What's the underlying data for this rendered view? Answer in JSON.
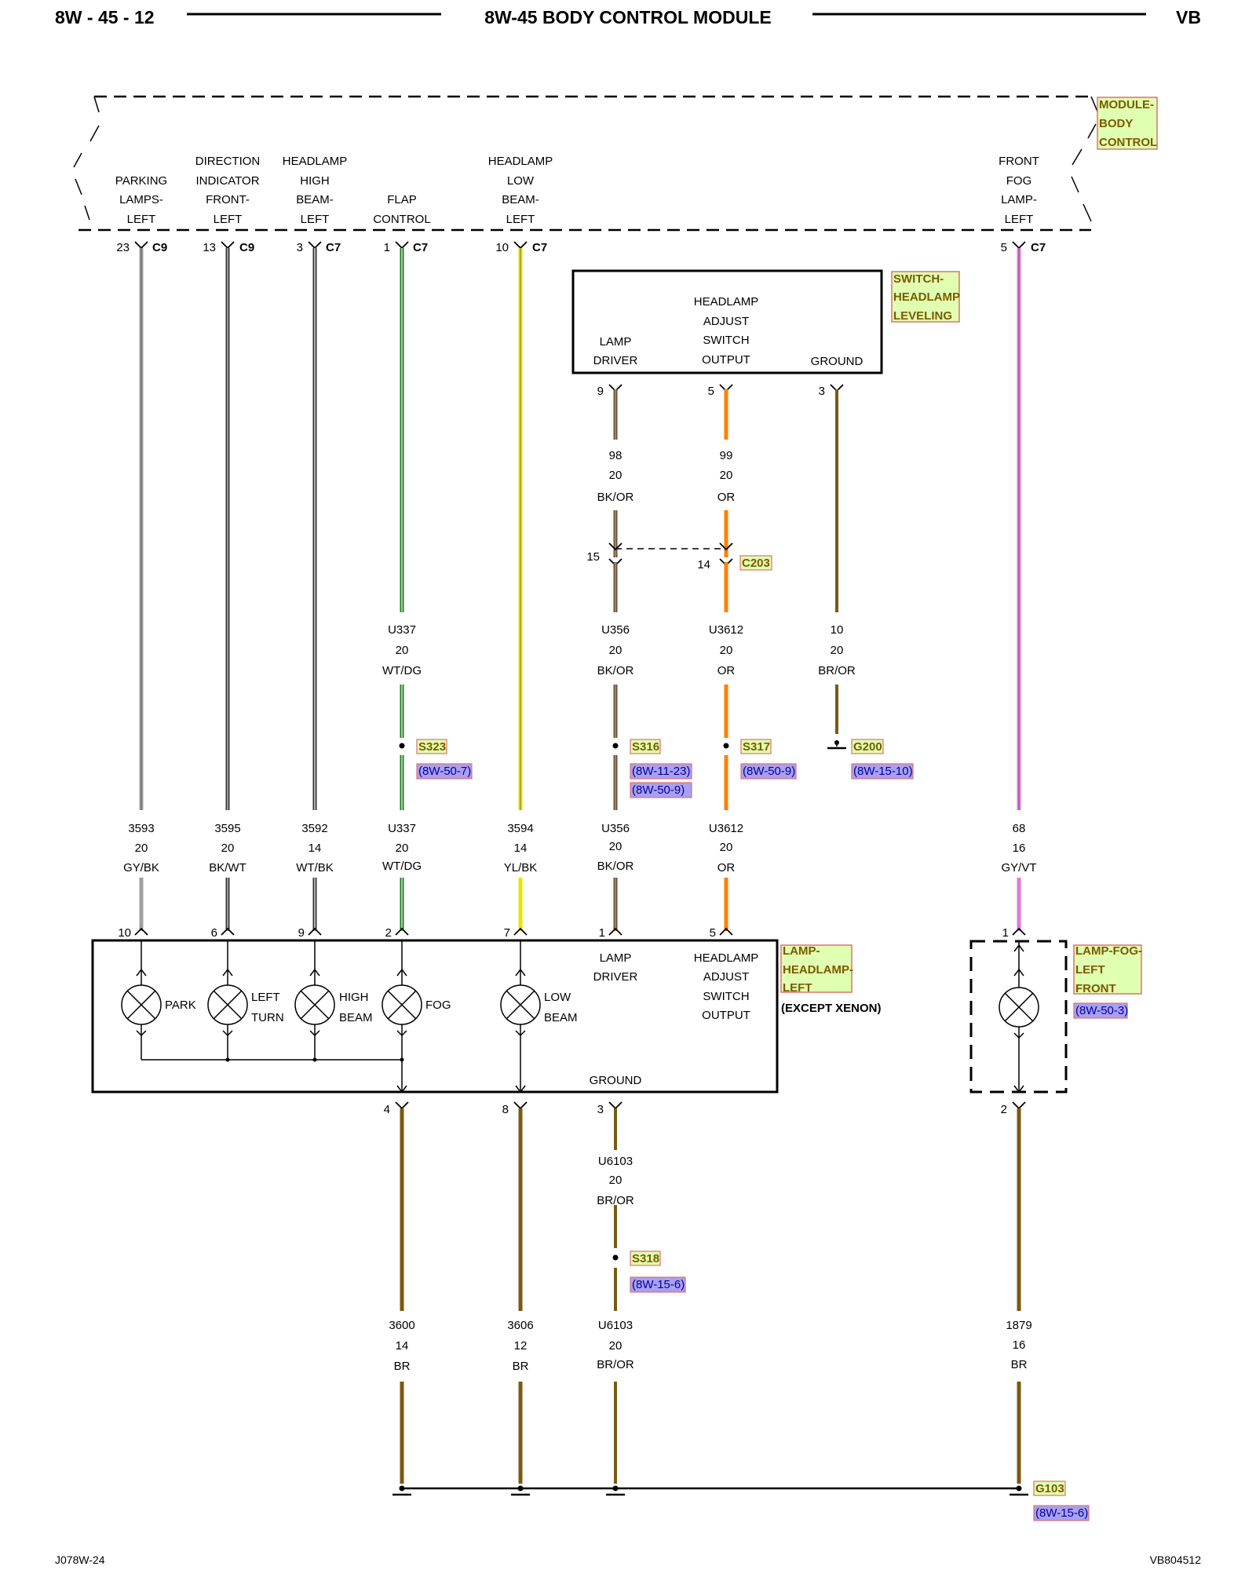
{
  "header": {
    "page": "8W - 45 - 12",
    "title": "8W-45 BODY CONTROL MODULE",
    "model": "VB"
  },
  "footer": {
    "left": "J078W-24",
    "right": "VB804512"
  },
  "components": {
    "bcm": [
      "MODULE-",
      "BODY",
      "CONTROL"
    ],
    "switch": [
      "SWITCH-",
      "HEADLAMP",
      "LEVELING"
    ],
    "headlamp": [
      "LAMP-",
      "HEADLAMP-",
      "LEFT"
    ],
    "except_xenon": "(EXCEPT XENON)",
    "foglamp": [
      "LAMP-FOG-",
      "LEFT",
      "FRONT"
    ],
    "foglamp_ref": "(8W-50-3)"
  },
  "bcm_pins": [
    {
      "label": [
        "PARKING",
        "LAMPS-",
        "LEFT"
      ],
      "pin": "23",
      "conn": "C9"
    },
    {
      "label": [
        "DIRECTION",
        "INDICATOR",
        "FRONT-",
        "LEFT"
      ],
      "pin": "13",
      "conn": "C9"
    },
    {
      "label": [
        "HEADLAMP",
        "HIGH",
        "BEAM-",
        "LEFT"
      ],
      "pin": "3",
      "conn": "C7"
    },
    {
      "label": [
        "FLAP",
        "CONTROL"
      ],
      "pin": "1",
      "conn": "C7"
    },
    {
      "label": [
        "HEADLAMP",
        "LOW",
        "BEAM-",
        "LEFT"
      ],
      "pin": "10",
      "conn": "C7"
    },
    {
      "label": [
        "FRONT",
        "FOG",
        "LAMP-",
        "LEFT"
      ],
      "pin": "5",
      "conn": "C7"
    }
  ],
  "switch_box": {
    "lamp_driver": [
      "LAMP",
      "DRIVER"
    ],
    "output": [
      "HEADLAMP",
      "ADJUST",
      "SWITCH",
      "OUTPUT"
    ],
    "ground": "GROUND",
    "pins": [
      "9",
      "5",
      "3"
    ]
  },
  "c203": {
    "name": "C203",
    "pin_left": "15",
    "pin_right": "14"
  },
  "wires_upper": [
    {
      "circuit": "98",
      "gauge": "20",
      "color": "BK/OR"
    },
    {
      "circuit": "99",
      "gauge": "20",
      "color": "OR"
    }
  ],
  "wires_mid": [
    {
      "circuit": "U337",
      "gauge": "20",
      "color": "WT/DG"
    },
    {
      "circuit": "U356",
      "gauge": "20",
      "color": "BK/OR"
    },
    {
      "circuit": "U3612",
      "gauge": "20",
      "color": "OR"
    },
    {
      "circuit": "10",
      "gauge": "20",
      "color": "BR/OR"
    }
  ],
  "splices": [
    {
      "name": "S323",
      "refs": [
        "(8W-50-7)"
      ]
    },
    {
      "name": "S316",
      "refs": [
        "(8W-11-23)",
        "(8W-50-9)"
      ]
    },
    {
      "name": "S317",
      "refs": [
        "(8W-50-9)"
      ]
    },
    {
      "name": "G200",
      "refs": [
        "(8W-15-10)"
      ]
    }
  ],
  "wires_lamp": [
    {
      "circuit": "3593",
      "gauge": "20",
      "color": "GY/BK"
    },
    {
      "circuit": "3595",
      "gauge": "20",
      "color": "BK/WT"
    },
    {
      "circuit": "3592",
      "gauge": "14",
      "color": "WT/BK"
    },
    {
      "circuit": "U337",
      "gauge": "20",
      "color": "WT/DG"
    },
    {
      "circuit": "3594",
      "gauge": "14",
      "color": "YL/BK"
    },
    {
      "circuit": "U356",
      "gauge": "20",
      "color": "BK/OR"
    },
    {
      "circuit": "U3612",
      "gauge": "20",
      "color": "OR"
    },
    {
      "circuit": "68",
      "gauge": "16",
      "color": "GY/VT"
    }
  ],
  "lamp_pins": [
    "10",
    "6",
    "9",
    "2",
    "7",
    "1",
    "5",
    "1"
  ],
  "bulbs": {
    "park": "PARK",
    "turn": [
      "LEFT",
      "TURN"
    ],
    "high": [
      "HIGH",
      "BEAM"
    ],
    "fog": "FOG",
    "low": [
      "LOW",
      "BEAM"
    ],
    "lamp_driver": [
      "LAMP",
      "DRIVER"
    ],
    "output": [
      "HEADLAMP",
      "ADJUST",
      "SWITCH",
      "OUTPUT"
    ],
    "ground": "GROUND"
  },
  "ground_pins": [
    "4",
    "8",
    "3",
    "2"
  ],
  "wire_u6103": {
    "circuit": "U6103",
    "gauge": "20",
    "color": "BR/OR"
  },
  "s318": {
    "name": "S318",
    "ref": "(8W-15-6)"
  },
  "wires_ground": [
    {
      "circuit": "3600",
      "gauge": "14",
      "color": "BR"
    },
    {
      "circuit": "3606",
      "gauge": "12",
      "color": "BR"
    },
    {
      "circuit": "U6103",
      "gauge": "20",
      "color": "BR/OR"
    },
    {
      "circuit": "1879",
      "gauge": "16",
      "color": "BR"
    }
  ],
  "g103": {
    "name": "G103",
    "ref": "(8W-15-6)"
  },
  "colors": {
    "gray": "#a0a0a0",
    "black": "#333333",
    "green": "#1e7a1e",
    "yellow": "#e6e600",
    "orange": "#ff8000",
    "brown": "#7a5a10",
    "violet": "#e07ae0",
    "tag_bg": "#e0ffb0",
    "tag_border": "#e07070",
    "ref_bg": "#a9a0f0"
  }
}
